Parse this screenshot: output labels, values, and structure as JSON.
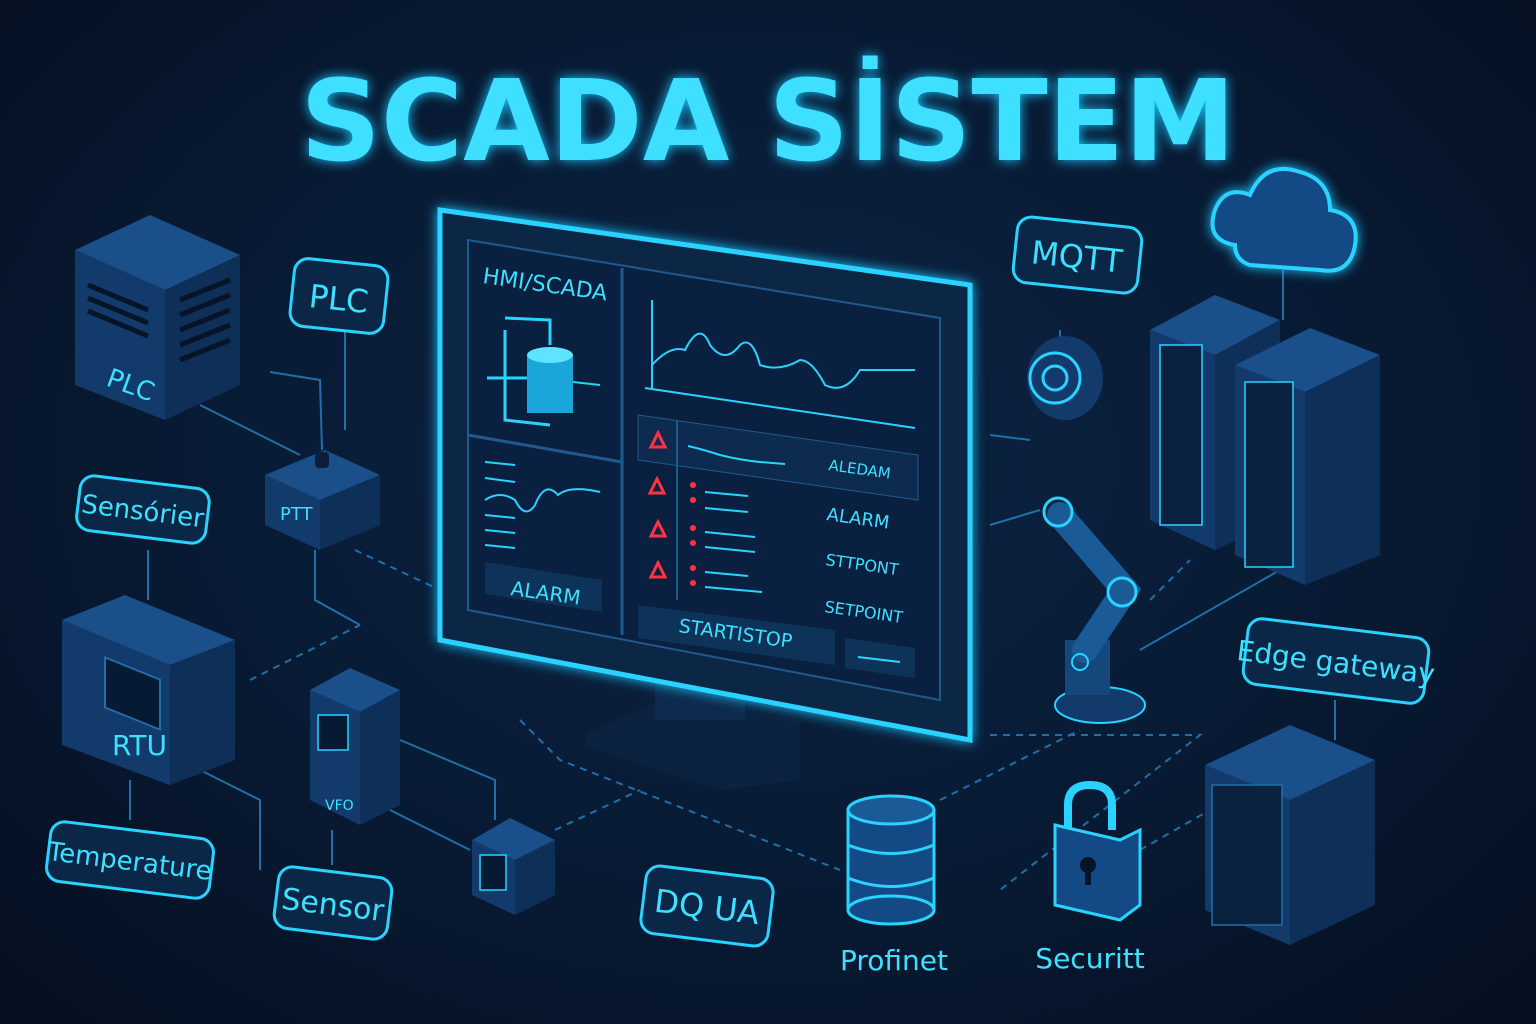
{
  "title": "SCADA SİSTEM",
  "hmi": {
    "header": "HMI/SCADA",
    "alarm_button": "ALARM",
    "rows": [
      "ALEDAM",
      "ALARM",
      "STTPONT",
      "SETPOINT"
    ],
    "start_stop": "STARTISTOP"
  },
  "devices": {
    "plc_box": "PLC",
    "ptt_box": "PTT",
    "rtu_box": "RTU",
    "vfd_box": "VFO"
  },
  "tags": {
    "plc": "PLC",
    "sensorier": "Sensórier",
    "temperature": "Temperature",
    "sensor": "Sensor",
    "opc_ua": "DQ UA",
    "mqtt": "MQTT",
    "edge_gateway": "Edge gateway",
    "profinet": "Profinet",
    "security": "Securitt"
  },
  "colors": {
    "accent": "#2ad3ff",
    "background": "#081a33",
    "alarm": "#ff3344"
  }
}
